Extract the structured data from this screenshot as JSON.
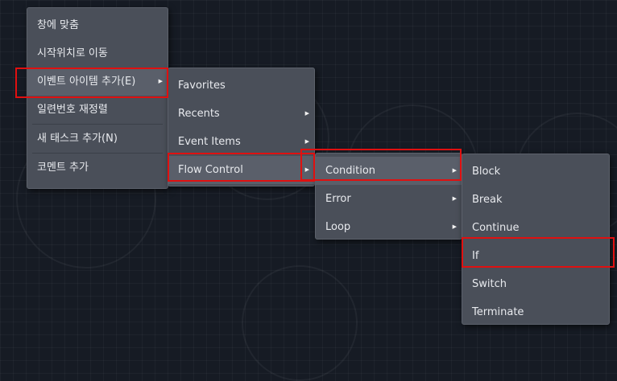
{
  "context_menu": {
    "items": [
      {
        "label": "창에 맞춤"
      },
      {
        "label": "시작위치로 이동"
      },
      {
        "label": "이벤트 아이템 추가(E)",
        "has_submenu": true
      },
      {
        "label": "일련번호 재정렬"
      },
      {
        "label": "새 태스크 추가(N)"
      },
      {
        "label": "코멘트 추가"
      }
    ]
  },
  "add_event_item_submenu": {
    "items": [
      {
        "label": "Favorites"
      },
      {
        "label": "Recents",
        "has_submenu": true
      },
      {
        "label": "Event Items",
        "has_submenu": true
      },
      {
        "label": "Flow Control",
        "has_submenu": true,
        "active": true
      }
    ]
  },
  "flow_control_submenu": {
    "items": [
      {
        "label": "Condition",
        "has_submenu": true,
        "active": true
      },
      {
        "label": "Error",
        "has_submenu": true
      },
      {
        "label": "Loop",
        "has_submenu": true
      }
    ]
  },
  "condition_submenu": {
    "items": [
      {
        "label": "Block"
      },
      {
        "label": "Break"
      },
      {
        "label": "Continue"
      },
      {
        "label": "If",
        "highlighted": true
      },
      {
        "label": "Switch"
      },
      {
        "label": "Terminate"
      }
    ]
  },
  "icons": {
    "submenu_arrow": "triangle-right-icon"
  },
  "colors": {
    "background": "#161b24",
    "menu_background": "#4a4f59",
    "menu_item_active": "#5a5f6a",
    "highlight_outline": "#e01010"
  }
}
